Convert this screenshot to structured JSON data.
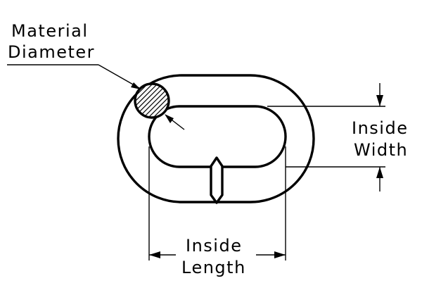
{
  "labels": {
    "material_diameter_line1": "Material",
    "material_diameter_line2": "Diameter",
    "inside_width_line1": "Inside",
    "inside_width_line2": "Width",
    "inside_length_line1": "Inside",
    "inside_length_line2": "Length"
  },
  "colors": {
    "stroke": "#000000",
    "background": "#ffffff"
  }
}
